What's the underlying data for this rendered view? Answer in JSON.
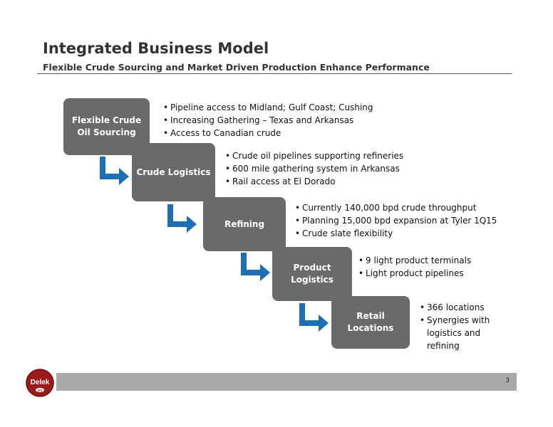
{
  "title": "Integrated Business Model",
  "subtitle": "Flexible Crude Sourcing and Market Driven Production Enhance Performance",
  "steps": [
    {
      "label": "Flexible Crude Oil Sourcing",
      "bullets": [
        "Pipeline access to Midland; Gulf Coast; Cushing",
        "Increasing Gathering – Texas and Arkansas",
        "Access to Canadian crude"
      ]
    },
    {
      "label": "Crude Logistics",
      "bullets": [
        "Crude oil pipelines supporting refineries",
        "600 mile gathering system in Arkansas",
        "Rail access at El Dorado"
      ]
    },
    {
      "label": "Refining",
      "bullets": [
        "Currently 140,000 bpd  crude throughput",
        "Planning 15,000 bpd expansion at Tyler 1Q15",
        "Crude slate flexibility"
      ]
    },
    {
      "label": "Product Logistics",
      "bullets": [
        "9 light product terminals",
        "Light product pipelines"
      ]
    },
    {
      "label": "Retail Locations",
      "bullets": [
        "366 locations",
        "Synergies with logistics and refining"
      ]
    }
  ],
  "logo": {
    "brand": "Delek",
    "sub": "US"
  },
  "page_number": "3",
  "colors": {
    "step_box": "#6a6a6a",
    "arrow": "#1f6fb5",
    "footer": "#a9a9a9",
    "logo": "#9b1b1b"
  }
}
